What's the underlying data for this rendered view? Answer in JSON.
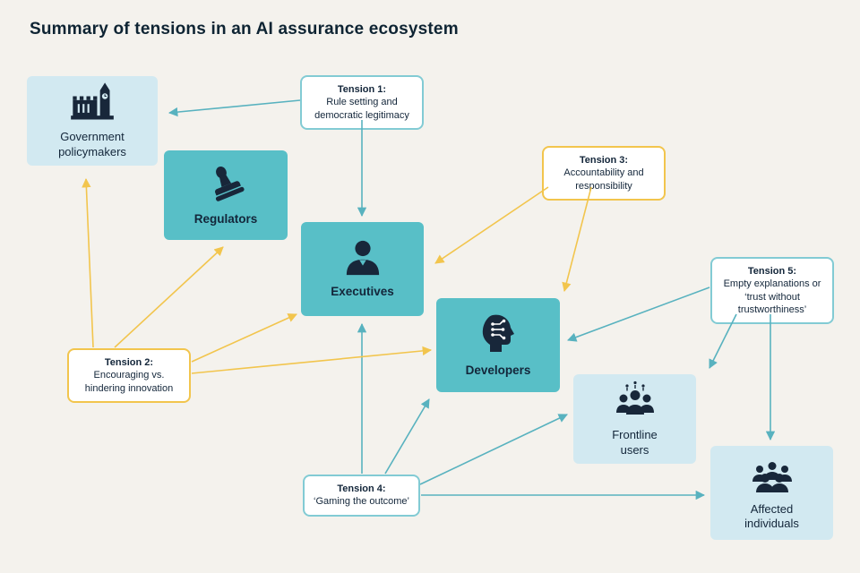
{
  "title": "Summary of tensions in an AI assurance ecosystem",
  "colors": {
    "background": "#f4f2ed",
    "node_teal": "#58bfc7",
    "node_light_blue": "#d2e9f1",
    "dark_navy": "#18273a",
    "teal_accent": "#58b2bf",
    "teal_border": "#82cbd4",
    "yellow_accent": "#f2c54d",
    "tension_box_bg": "#ffffff"
  },
  "nodes": [
    {
      "id": "government",
      "label": "Government policymakers",
      "style": "light",
      "icon": "parliament-icon"
    },
    {
      "id": "regulators",
      "label": "Regulators",
      "style": "teal",
      "icon": "stamp-icon"
    },
    {
      "id": "executives",
      "label": "Executives",
      "style": "teal",
      "icon": "executive-icon"
    },
    {
      "id": "developers",
      "label": "Developers",
      "style": "teal",
      "icon": "ai-head-icon"
    },
    {
      "id": "frontline",
      "label": "Frontline users",
      "style": "light",
      "icon": "user-group-icon"
    },
    {
      "id": "affected",
      "label": "Affected individuals",
      "style": "light",
      "icon": "crowd-icon"
    }
  ],
  "tensions": [
    {
      "id": "tension-1",
      "title": "Tension 1:",
      "body": "Rule setting and democratic legitimacy",
      "color": "teal",
      "targets": [
        "Government policymakers",
        "Executives"
      ]
    },
    {
      "id": "tension-2",
      "title": "Tension 2:",
      "body": "Encouraging vs. hindering innovation",
      "color": "yellow",
      "targets": [
        "Government policymakers",
        "Regulators",
        "Executives",
        "Developers"
      ]
    },
    {
      "id": "tension-3",
      "title": "Tension 3:",
      "body": "Accountability and responsibility",
      "color": "yellow",
      "targets": [
        "Executives",
        "Developers"
      ]
    },
    {
      "id": "tension-4",
      "title": "Tension 4:",
      "body": "‘Gaming the outcome’",
      "color": "teal",
      "targets": [
        "Executives",
        "Developers",
        "Frontline users",
        "Affected individuals"
      ]
    },
    {
      "id": "tension-5",
      "title": "Tension 5:",
      "body": "Empty explanations or ‘trust without trustworthiness’",
      "color": "teal",
      "targets": [
        "Developers",
        "Frontline users",
        "Affected individuals"
      ]
    }
  ]
}
